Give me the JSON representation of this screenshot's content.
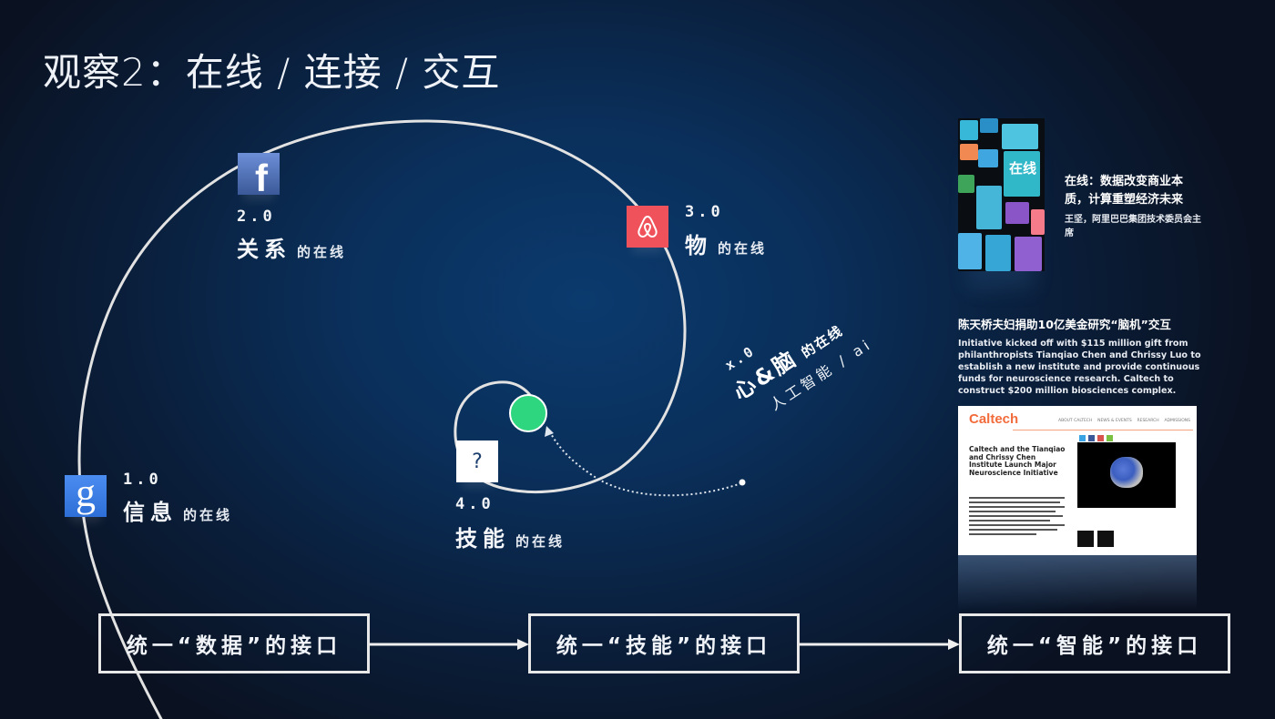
{
  "title": "观察2：在线 / 连接 / 交互",
  "nodes": [
    {
      "id": "google",
      "icon": "google-icon",
      "glyph": "g",
      "color": "#3b82e0",
      "version": "1.0",
      "label": "信息",
      "suffix": "的在线"
    },
    {
      "id": "facebook",
      "icon": "facebook-icon",
      "glyph": "f",
      "color": "#3b5998",
      "version": "2.0",
      "label": "关系",
      "suffix": "的在线"
    },
    {
      "id": "airbnb",
      "icon": "airbnb-icon",
      "glyph": "⌂",
      "color": "#f0525b",
      "version": "3.0",
      "label": "物",
      "suffix": "的在线"
    },
    {
      "id": "unknown",
      "icon": "question-icon",
      "glyph": "?",
      "color": "#ffffff",
      "version": "4.0",
      "label": "技能",
      "suffix": "的在线"
    }
  ],
  "future": {
    "version": "x.0",
    "label": "心&脑",
    "suffix": "的在线",
    "sub": "人工智能 / ai",
    "dot_color": "#2ed67f"
  },
  "interfaces": [
    {
      "label": "统一“数据”的接口"
    },
    {
      "label": "统一“技能”的接口"
    },
    {
      "label": "统一“智能”的接口"
    }
  ],
  "book": {
    "cover_title": "在线",
    "headline": "在线：数据改变商业本质，计算重塑经济未来",
    "author": "王坚，阿里巴巴集团技术委员会主席"
  },
  "news": {
    "headline": "陈天桥夫妇捐助10亿美金研究“脑机”交互",
    "body": "Initiative kicked off with $115 million gift from philanthropists Tianqiao Chen and Chrissy Luo to establish a new institute and provide continuous funds for neuroscience research. Caltech to construct $200 million biosciences complex."
  },
  "webpage": {
    "logo": "Caltech",
    "nav": [
      "ABOUT CALTECH",
      "NEWS & EVENTS",
      "RESEARCH",
      "ADMISSIONS"
    ],
    "headline": "Caltech and the Tianqiao and Chrissy Chen Institute Launch Major Neuroscience Initiative"
  },
  "colors": {
    "accent_green": "#2ed67f",
    "airbnb_red": "#f0525b",
    "facebook_blue": "#3b5998",
    "google_blue": "#3b82e0",
    "caltech_orange": "#f26b3a"
  }
}
